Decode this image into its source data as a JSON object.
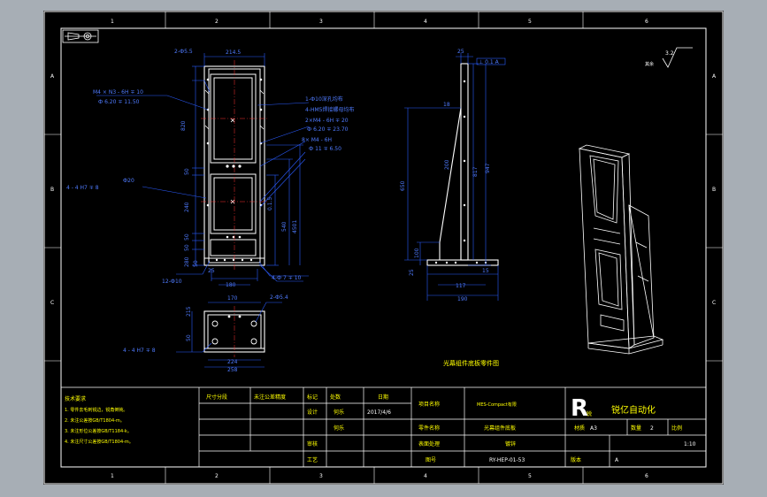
{
  "colors": {
    "background": "#a7aeb5",
    "sheet": "#000000",
    "border": "#ffffff",
    "dimension": "#2b5cff",
    "note": "#ffff00"
  },
  "zone_labels": {
    "top": [
      "1",
      "2",
      "3",
      "4",
      "5",
      "6"
    ],
    "left": [
      "A",
      "B",
      "C"
    ]
  },
  "front_view": {
    "dims": [
      "2-Ф5.5",
      "214.5",
      "M4 × N3 - 6H ∓ 10",
      "Ф 6.20 ∓ 11.50",
      "820",
      "50",
      "240",
      "50",
      "50",
      "280",
      "50",
      "12-Ф10",
      "180",
      "25",
      "4 - 4 H7 ∓ 8",
      "Ф20",
      "0.1.5",
      "540",
      "4501",
      "1-Ф10深孔均布"
    ],
    "callouts": [
      "4-HM5焊接螺母均布",
      "2×M4 - 6H ∓ 20",
      "Ф 6.20 ∓ 23.70",
      "8× M4 - 6H",
      "Ф 11 ∓ 6.50",
      "4-Ф 7 ∓ 10"
    ]
  },
  "bottom_view": {
    "dims": [
      "170",
      "2-Ф5.4",
      "215",
      "50",
      "4 - 4 H7 ∓ 8",
      "224",
      "258"
    ]
  },
  "side_view": {
    "dims": [
      "25",
      "18",
      "200",
      "817",
      "947",
      "650",
      "100",
      "25",
      "117",
      "190",
      "15"
    ],
    "tolerance_box": "⊥ 0.1 A"
  },
  "surface_finish": {
    "symbol": "3.2",
    "note": "其余"
  },
  "view_caption": "光幕组件底板零件图",
  "notes": {
    "title": "技术要求",
    "items": [
      "1. 零件去毛刺锐边，锐角倒钝。",
      "2. 未注公差按GB/T1804-m。",
      "3. 未注形位公差按GB/T1184-k。",
      "4. 未注尺寸公差按GB/T1804-m。"
    ]
  },
  "title_block": {
    "col_headers": [
      "尺寸分段",
      "未注公差精度"
    ],
    "sig_labels": [
      "标记",
      "处数",
      "设计",
      "审核",
      "工艺"
    ],
    "signers": [
      "何乐",
      "何乐"
    ],
    "date_header": "日期",
    "date": "2017/4/6",
    "project_label": "项目名称",
    "project_value": "MES-Compact有限",
    "part_name_label": "零件名称",
    "part_name_value": "光幕组件底板",
    "surface_label": "表面处理",
    "surface_value": "镀锌",
    "drawing_no_label": "图号",
    "drawing_no": "RY-HEP-01-53",
    "version_label": "版本",
    "version": "A",
    "company_logo": "R",
    "company_sub": "锐",
    "company_name": "锐亿自动化",
    "material_label": "材质",
    "qty_label": "数量",
    "scale_label": "比例",
    "paper": "A3",
    "qty": "2",
    "scale": "1:10"
  }
}
